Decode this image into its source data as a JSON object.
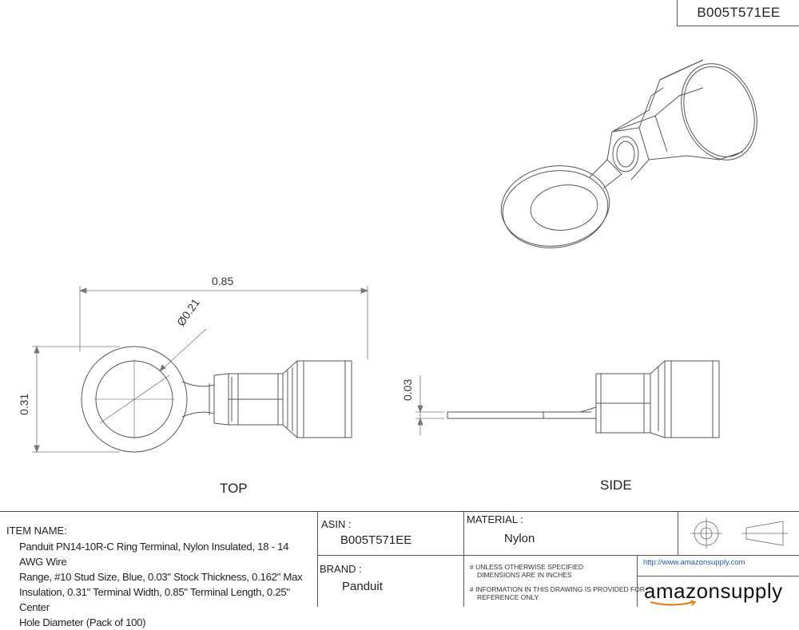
{
  "header": {
    "asin_code": "B005T571EE"
  },
  "dimensions": {
    "length": "0.85",
    "diameter": "Ø0.21",
    "width": "0.31",
    "thickness": "0.03"
  },
  "views": {
    "top": "TOP",
    "side": "SIDE"
  },
  "title_block": {
    "item_name_label": "ITEM NAME:",
    "item_name_lines": [
      "Panduit PN14-10R-C Ring Terminal, Nylon Insulated, 18 - 14 AWG Wire",
      "Range, #10 Stud Size, Blue, 0.03\" Stock Thickness, 0.162\" Max",
      "Insulation, 0.31\" Terminal Width, 0.85\" Terminal Length, 0.25\" Center",
      "Hole Diameter (Pack of 100)"
    ],
    "asin_label": "ASIN :",
    "asin_value": "B005T571EE",
    "brand_label": "BRAND :",
    "brand_value": "Panduit",
    "material_label": "MATERIAL :",
    "material_value": "Nylon",
    "note_1_line_1": "# UNLESS OTHERWISE SPECIFIED",
    "note_1_line_2": "DIMENSIONS ARE IN INCHES",
    "note_2_line_1": "# INFORMATION IN THIS DRAWING IS PROVIDED FOR",
    "note_2_line_2": "REFERENCE ONLY",
    "url": "http://www.amazonsupply.com",
    "logo_text_a": "amazon",
    "logo_text_b": "supply"
  },
  "colors": {
    "line": "#555555",
    "text": "#222222"
  },
  "icons": [
    "projection-symbol-icon",
    "amazon-smile-icon"
  ]
}
